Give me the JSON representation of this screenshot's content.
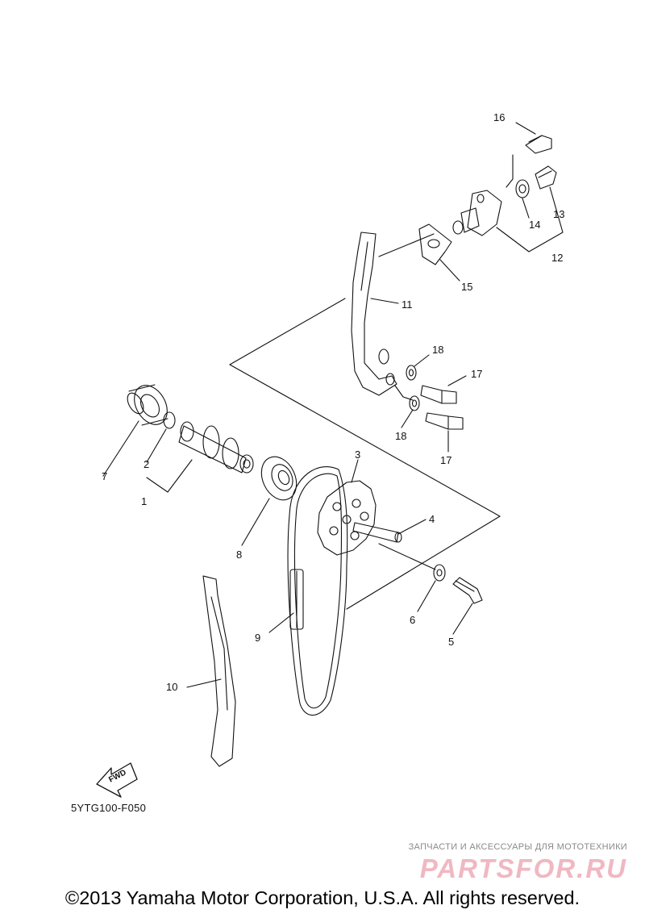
{
  "diagram": {
    "callouts": [
      "1",
      "2",
      "3",
      "4",
      "5",
      "6",
      "7",
      "8",
      "9",
      "10",
      "11",
      "12",
      "13",
      "14",
      "15",
      "16",
      "17",
      "17",
      "18",
      "18"
    ],
    "fwd_label": "FWD",
    "part_code": "5YTG100-F050"
  },
  "watermark": {
    "tagline": "ЗАПЧАСТИ И АКСЕССУАРЫ ДЛЯ МОТОТЕХНИКИ",
    "logo": "PARTSFOR.RU"
  },
  "footer": {
    "copyright": "©2013 Yamaha Motor Corporation, U.S.A. All rights reserved."
  }
}
